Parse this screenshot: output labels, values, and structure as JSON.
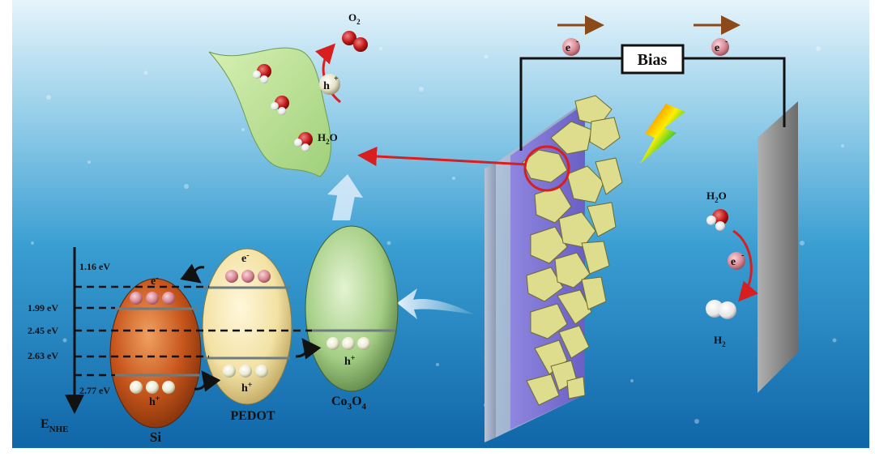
{
  "bias": {
    "label": "Bias"
  },
  "electron": {
    "symbol": "e",
    "charge": "-"
  },
  "hole": {
    "symbol": "h",
    "charge": "+"
  },
  "oxygen": {
    "base": "O",
    "sub": "2"
  },
  "water": {
    "base": "H",
    "sub": "2",
    "tail": "O"
  },
  "hydrogen": {
    "base": "H",
    "sub": "2"
  },
  "energy_axis": {
    "label_base": "E",
    "label_sub": "NHE",
    "levels": [
      "1.16 eV",
      "1.99 eV",
      "2.45 eV",
      "2.63 eV",
      "2.77 eV"
    ]
  },
  "materials": {
    "si": "Si",
    "pedot": "PEDOT",
    "co3o4": {
      "a": "Co",
      "a_sub": "3",
      "b": "O",
      "b_sub": "4"
    }
  },
  "colors": {
    "si": "#c8561c",
    "pedot": "#f3e2a4",
    "co3o4": "#a6cf86",
    "arrow_red": "#d81e1e",
    "electron": "#d98894",
    "hole": "#ecebd2",
    "nanosheet": "#dedc8d",
    "bias_arrow": "#8a4a1a"
  }
}
